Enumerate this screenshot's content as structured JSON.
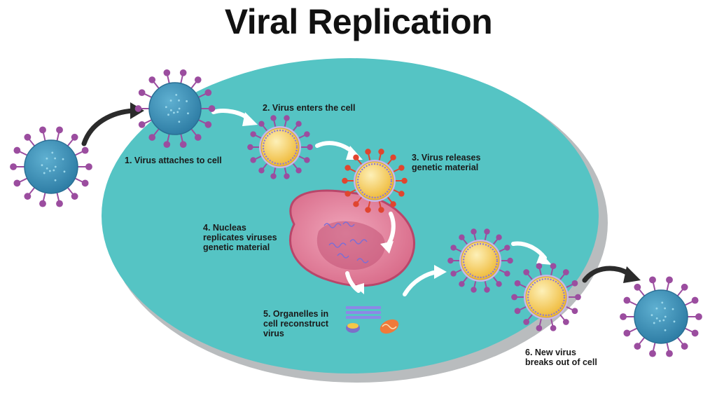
{
  "title": "Viral Replication",
  "steps": [
    "1. Virus attaches to cell",
    "2. Virus enters the cell",
    "3. Virus releases\ngenetic material",
    "4. Nucleas\nreplicates viruses\ngenetic material",
    "5. Organelles in\ncell reconstruct\nvirus",
    "6. New virus\nbreaks out of cell"
  ],
  "colors": {
    "cell": "#55c4c4",
    "cell_shadow": "#b9bcbe",
    "nucleus": "#df7f9a",
    "virus_outer": "#3a8fb5",
    "spike": "#9b4d9f",
    "capsid": "#f3c848",
    "arrow": "#333333"
  }
}
